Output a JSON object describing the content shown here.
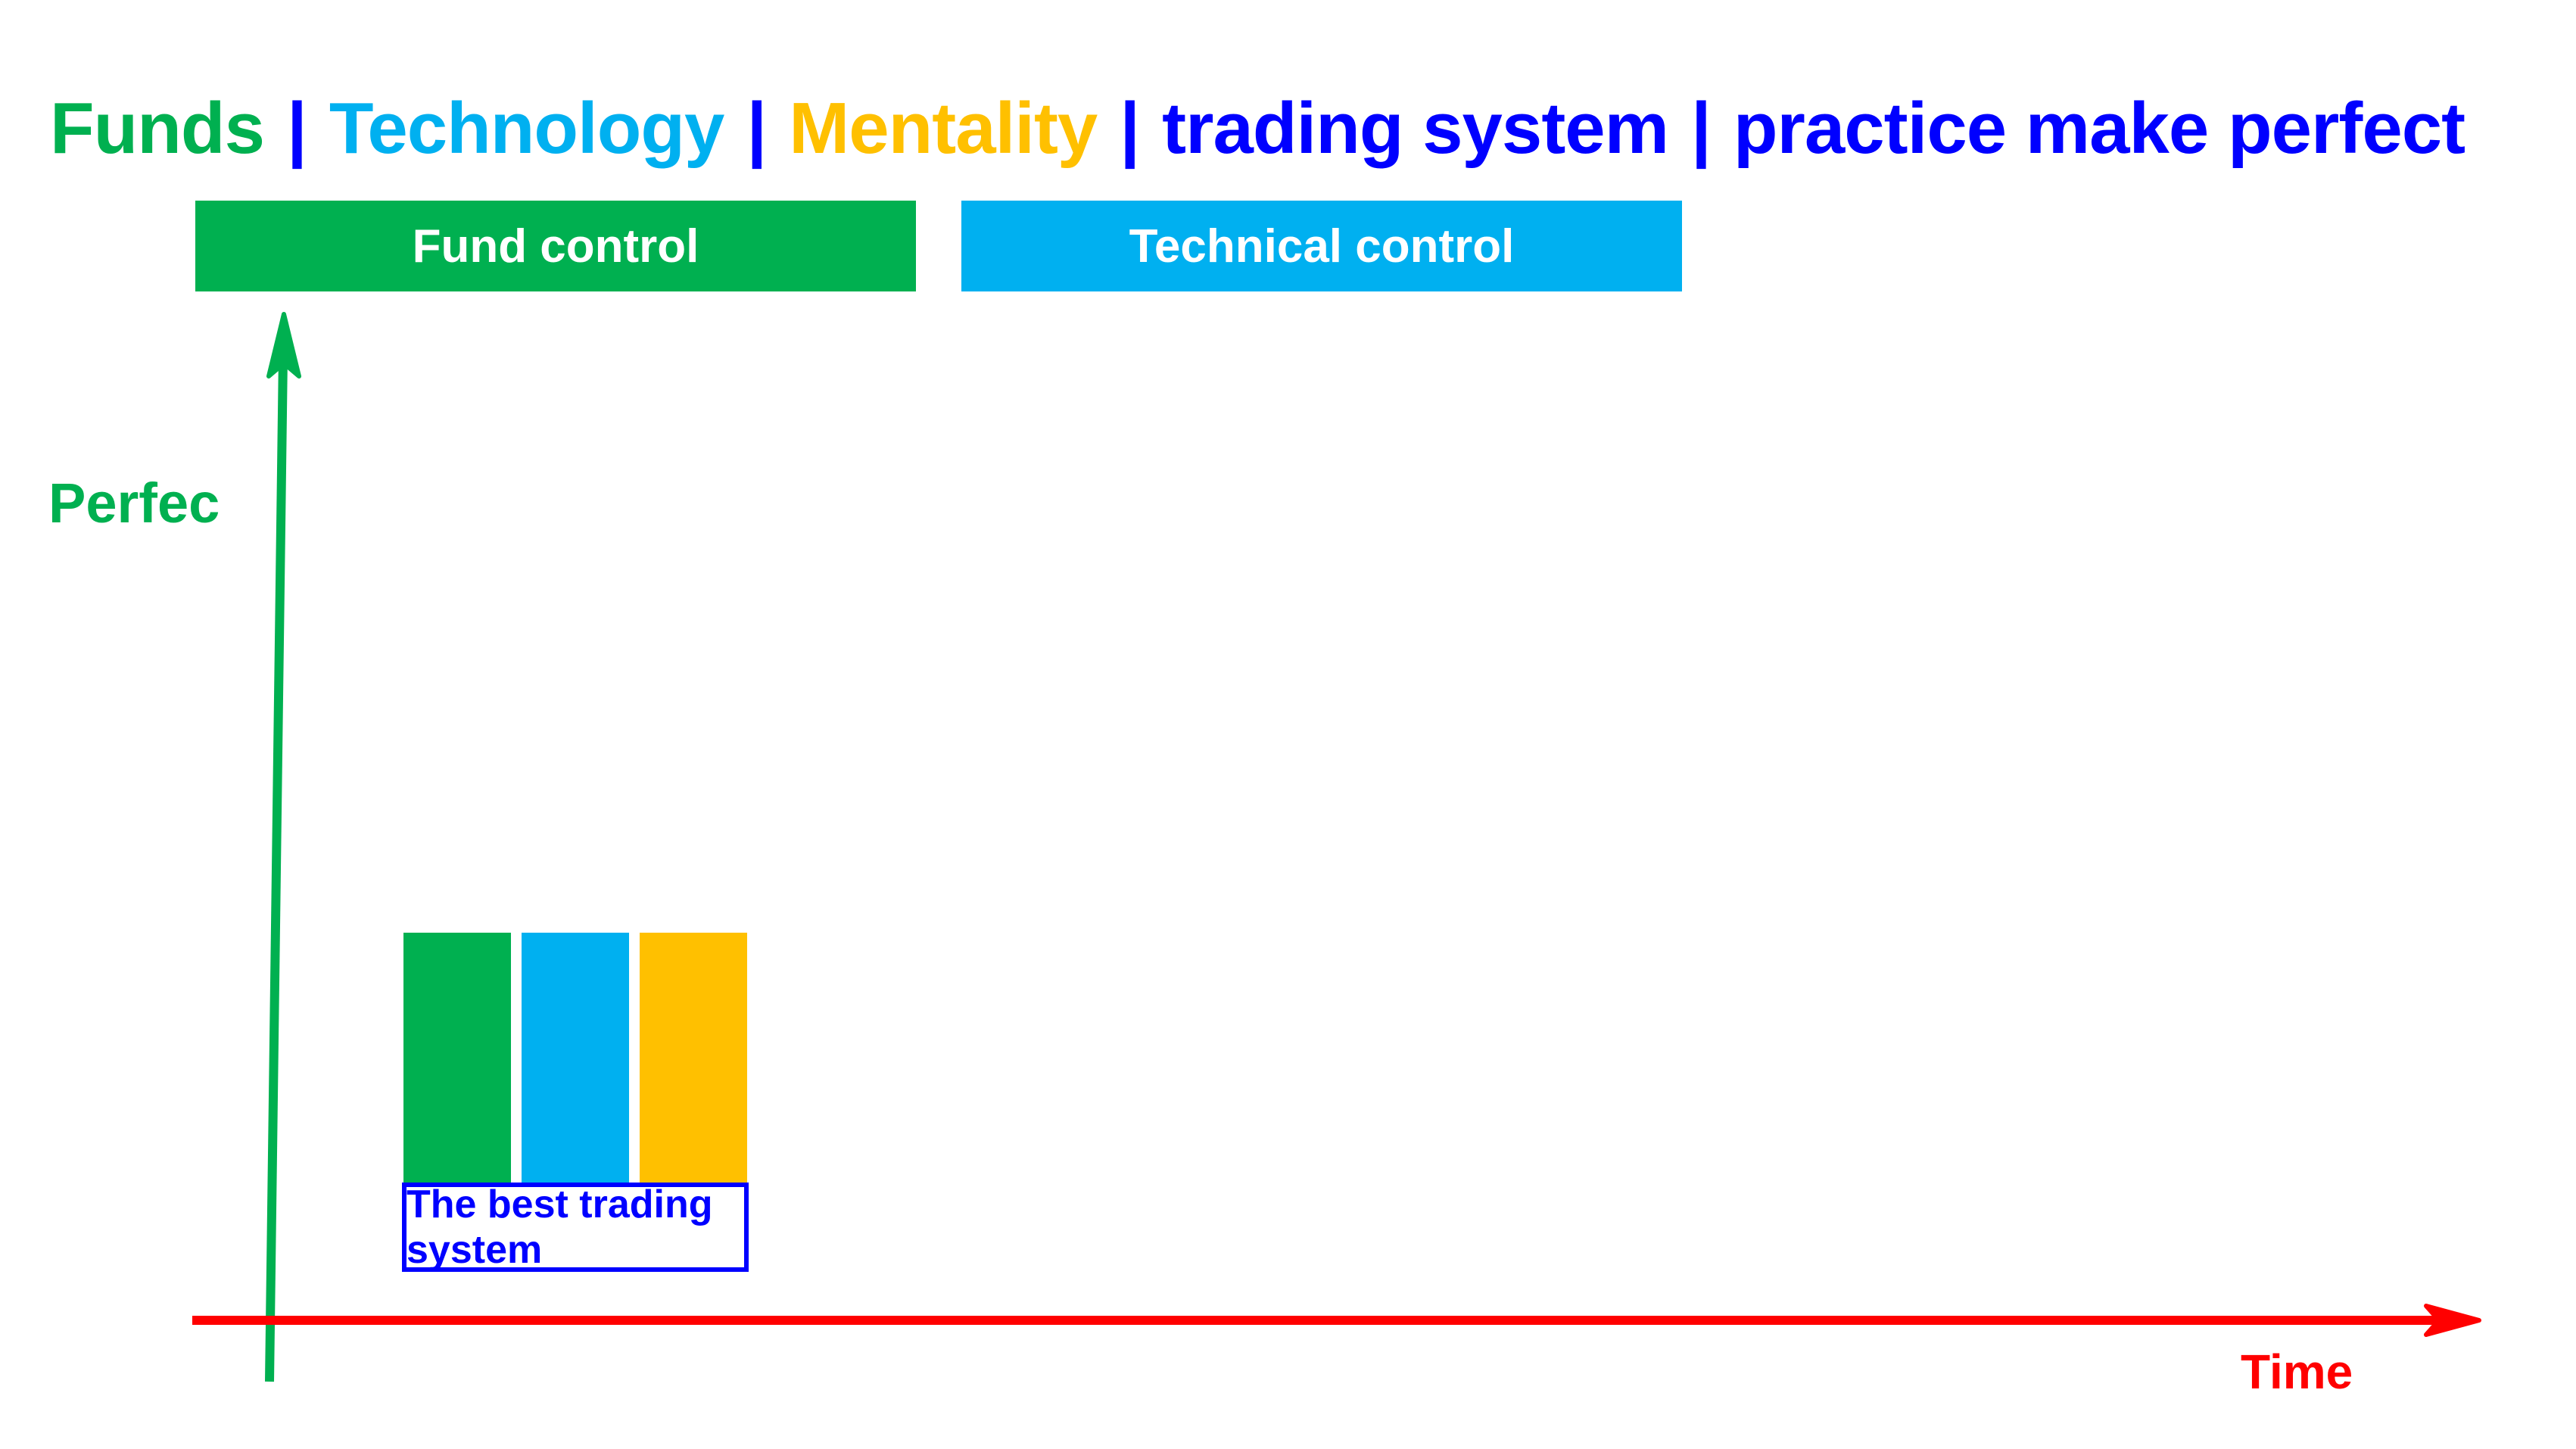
{
  "title": {
    "segments": [
      {
        "text": "Funds",
        "color": "#00b050"
      },
      {
        "text": "Technology",
        "color": "#00b0f0"
      },
      {
        "text": "Mentality",
        "color": "#ffc000"
      },
      {
        "text": "trading system",
        "color": "#0000ff"
      },
      {
        "text": "practice make perfect",
        "color": "#0000ff"
      }
    ],
    "separator": "|",
    "separator_color": "#0000ff"
  },
  "header_boxes": [
    {
      "label": "Fund control",
      "color": "#00b050"
    },
    {
      "label": "Technical control",
      "color": "#00b0f0"
    }
  ],
  "axes": {
    "y_label": "Perfec",
    "y_color": "#00b050",
    "x_label": "Time",
    "x_color": "#ff0000"
  },
  "bars": [
    {
      "name": "funds",
      "color": "#00b050"
    },
    {
      "name": "technology",
      "color": "#00b0f0"
    },
    {
      "name": "mentality",
      "color": "#ffc000"
    }
  ],
  "system_box": {
    "label": "The best trading system",
    "border_color": "#0000ff"
  }
}
